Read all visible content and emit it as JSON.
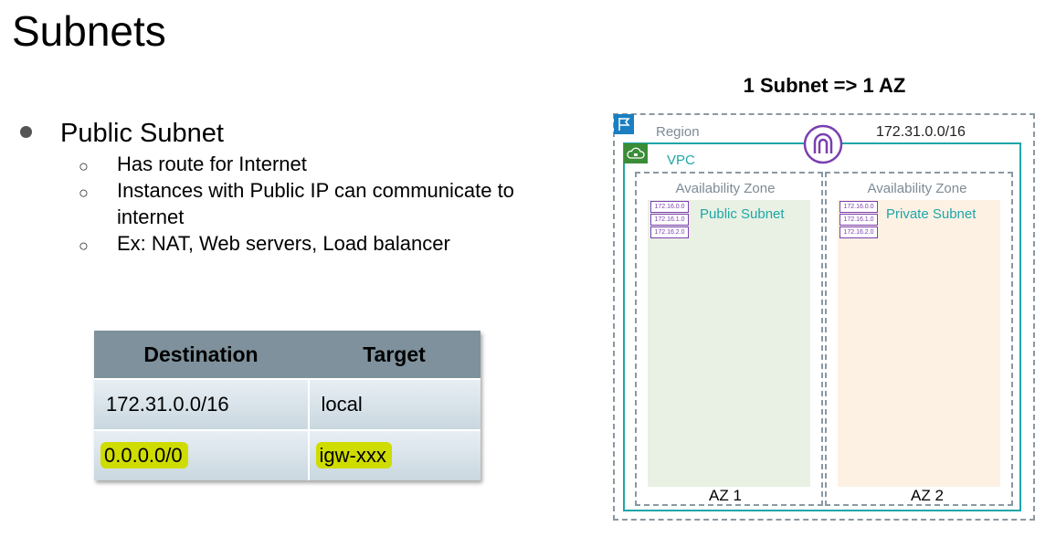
{
  "slide": {
    "title": "Subnets",
    "bullet": "Public Subnet",
    "subbullets": [
      "Has route for Internet",
      "Instances with Public IP can communicate to",
      "internet",
      "Ex: NAT, Web servers, Load balancer"
    ],
    "subbullet_mark": "○"
  },
  "route_table": {
    "headers": [
      "Destination",
      "Target"
    ],
    "rows": [
      [
        "172.31.0.0/16",
        "local"
      ],
      [
        "0.0.0.0/0",
        "igw-xxx"
      ]
    ],
    "highlight_color": "#cfdc00"
  },
  "diagram": {
    "title": "1 Subnet => 1 AZ",
    "region_label": "Region",
    "vpc_label": "VPC",
    "cidr": "172.31.0.0/16",
    "zones": [
      {
        "label": "Availability Zone",
        "subnet": "Public Subnet",
        "name": "AZ 1",
        "fill": "#e8f1e3"
      },
      {
        "label": "Availability Zone",
        "subnet": "Private Subnet",
        "name": "AZ 2",
        "fill": "#fdf1e4"
      }
    ],
    "subnet_cidrs": [
      "172.16.0.0",
      "172.16.1.0",
      "172.16.2.0"
    ],
    "colors": {
      "region": "#1a7fc1",
      "vpc": "#1ea6a8",
      "vpc_icon": "#3b8c37",
      "igw": "#7a3fb0"
    }
  }
}
